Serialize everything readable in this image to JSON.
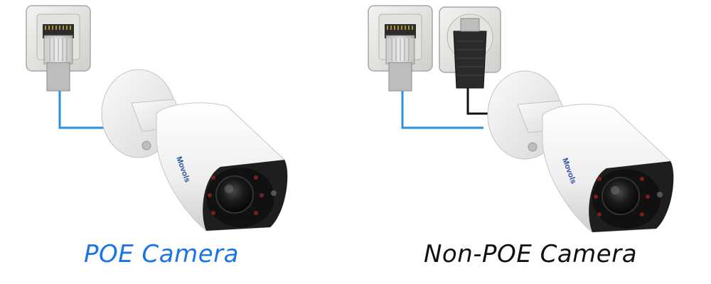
{
  "scenes": [
    {
      "id": "poe",
      "caption": "POE Camera",
      "caption_color": "#1a73e8",
      "cable_color": "#2a8fe0",
      "camera_brand": "Movols",
      "has_power_adapter": false
    },
    {
      "id": "non-poe",
      "caption": "Non-POE Camera",
      "caption_color": "#111111",
      "cable_color": "#2a8fe0",
      "power_cable_color": "#111111",
      "camera_brand": "Movols",
      "has_power_adapter": true
    }
  ],
  "icons": [
    "ethernet-wall-jack-icon",
    "rj45-plug-icon",
    "power-outlet-icon",
    "power-adapter-icon",
    "bullet-camera-icon"
  ]
}
